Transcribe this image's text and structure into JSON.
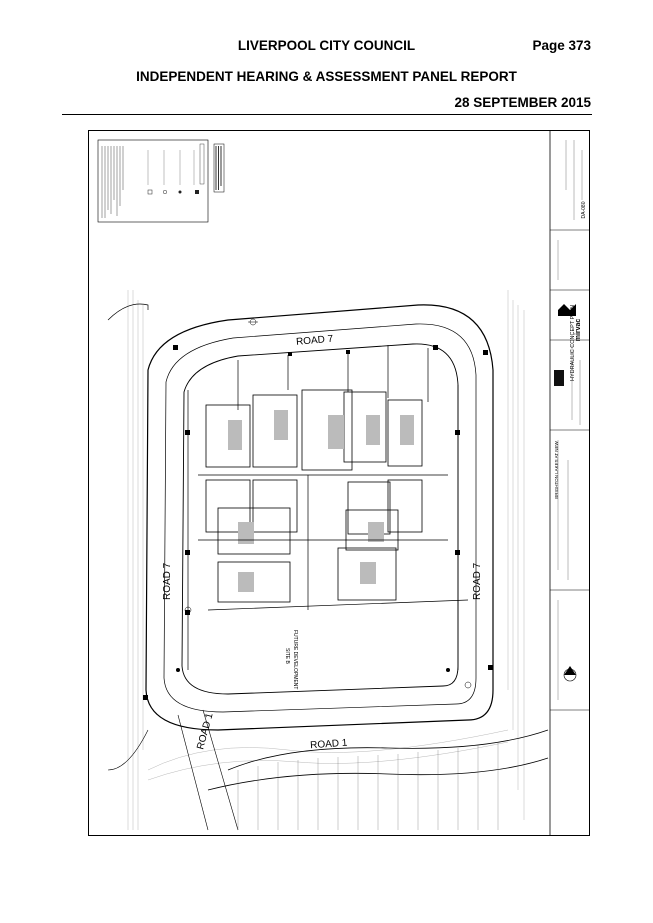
{
  "header": {
    "council": "LIVERPOOL CITY COUNCIL",
    "page": "Page 373",
    "report": "INDEPENDENT HEARING & ASSESSMENT PANEL REPORT",
    "date": "28 SEPTEMBER 2015"
  },
  "plan": {
    "road_north": "ROAD 7",
    "road_west": "ROAD 7",
    "road_east": "ROAD 7",
    "road_south": "ROAD 1",
    "road_southwest": "ROAD 1",
    "site_label": "SITE B",
    "site_sub": "FUTURE DEVELOPMENT",
    "drawing_title": "HYDRAULIC CONCEPT PLAN",
    "project": "BRIGHTON LAKES AT NEW",
    "company": "mirvac",
    "drawing_no": "DA-080"
  }
}
